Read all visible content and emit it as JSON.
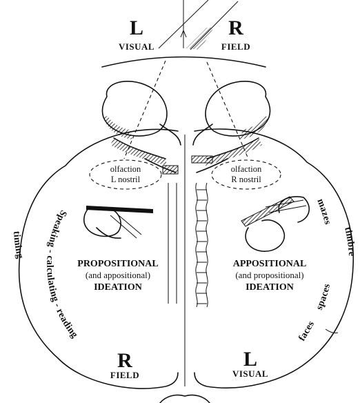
{
  "top_visual": {
    "left_letter": "L",
    "left_word": "VISUAL",
    "right_letter": "R",
    "right_word": "FIELD"
  },
  "bottom_visual": {
    "left_letter": "R",
    "left_word": "FIELD",
    "right_letter": "L",
    "right_word": "VISUAL"
  },
  "left_hemisphere": {
    "olfaction_line1": "olfaction",
    "olfaction_line2": "L nostril",
    "ideation_line1": "PROPOSITIONAL",
    "ideation_line2": "(and appositional)",
    "ideation_line3": "IDEATION",
    "edge_skills": [
      "Speaking",
      "calculating",
      "reading"
    ],
    "inner_skill": "timing"
  },
  "right_hemisphere": {
    "olfaction_line1": "olfaction",
    "olfaction_line2": "R nostril",
    "ideation_line1": "APPOSITIONAL",
    "ideation_line2": "(and propositional)",
    "ideation_line3": "IDEATION",
    "skills": [
      "faces",
      "spaces",
      "mazes",
      "timbre"
    ]
  },
  "colors": {
    "ink": "#111111",
    "paper": "#ffffff"
  }
}
